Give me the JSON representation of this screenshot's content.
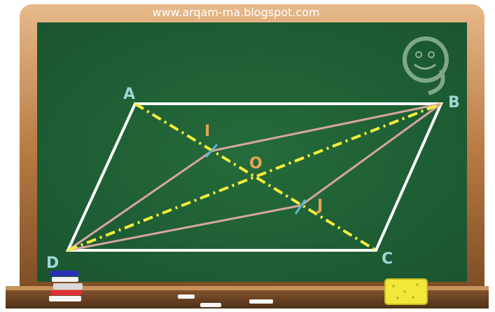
{
  "header": {
    "url_text": "www.arqam-ma.blogspot.com"
  },
  "points": {
    "A": {
      "label": "A",
      "color": "#9ad9d4"
    },
    "B": {
      "label": "B",
      "color": "#9ad9d4"
    },
    "C": {
      "label": "C",
      "color": "#9ad9d4"
    },
    "D": {
      "label": "D",
      "color": "#9ad9d4"
    },
    "I": {
      "label": "I",
      "color": "#e6a455"
    },
    "O": {
      "label": "O",
      "color": "#e6a455"
    },
    "J": {
      "label": "J",
      "color": "#e6a455"
    }
  },
  "colors": {
    "board_green": "#1f5f34",
    "frame_brown": "#b0743d",
    "chalk_white": "#ffffff",
    "diagonal_yellow": "#f5f03a",
    "segment_pink": "#d9a6a0",
    "tick_blue": "#59b7d6",
    "sponge_yellow": "#f2e83a"
  },
  "icons": {
    "logo": "smiley-nine-logo",
    "books": "books-icon",
    "sponge": "sponge-icon",
    "chalk": "chalk-icon"
  }
}
